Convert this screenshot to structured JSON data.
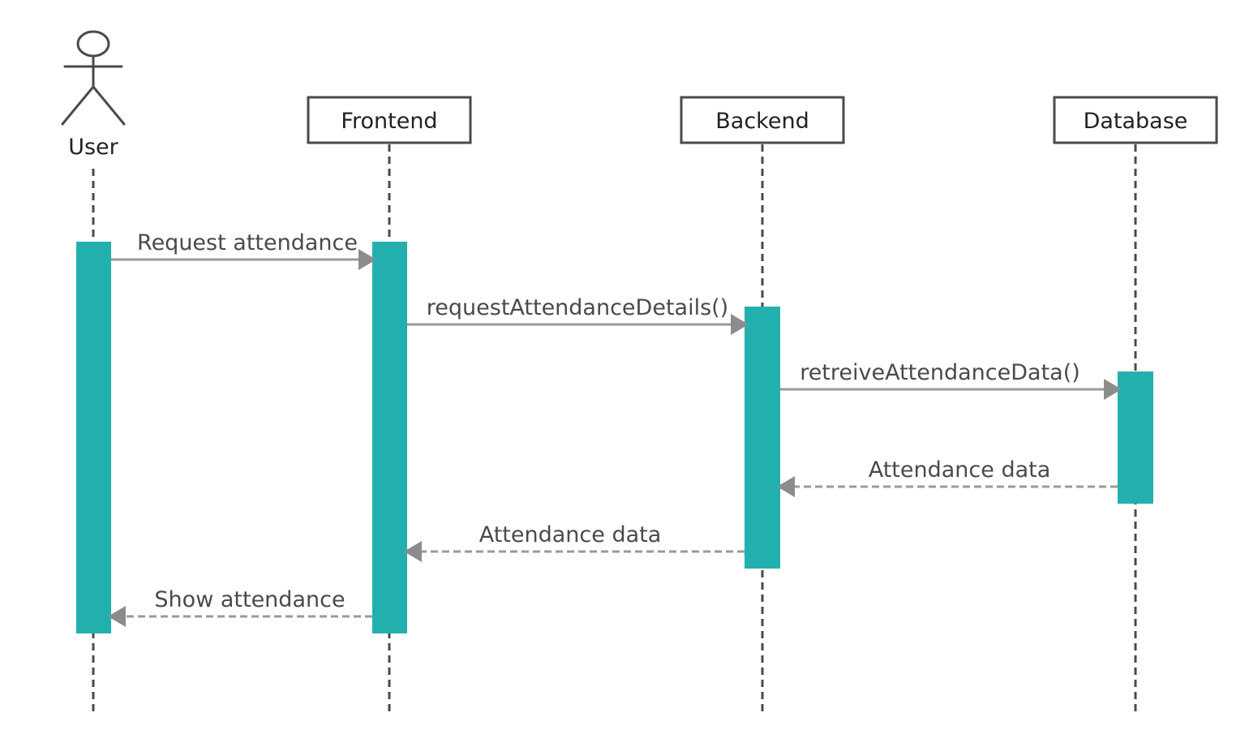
{
  "participants": {
    "user": {
      "label": "User",
      "kind": "actor"
    },
    "frontend": {
      "label": "Frontend",
      "kind": "object"
    },
    "backend": {
      "label": "Backend",
      "kind": "object"
    },
    "database": {
      "label": "Database",
      "kind": "object"
    }
  },
  "messages": [
    {
      "label": "Request attendance",
      "from": "user",
      "to": "frontend",
      "kind": "call"
    },
    {
      "label": "requestAttendanceDetails()",
      "from": "frontend",
      "to": "backend",
      "kind": "call"
    },
    {
      "label": "retreiveAttendanceData()",
      "from": "backend",
      "to": "database",
      "kind": "call"
    },
    {
      "label": "Attendance data",
      "from": "database",
      "to": "backend",
      "kind": "return"
    },
    {
      "label": "Attendance data",
      "from": "backend",
      "to": "frontend",
      "kind": "return"
    },
    {
      "label": "Show attendance",
      "from": "frontend",
      "to": "user",
      "kind": "return"
    }
  ],
  "colors": {
    "activation": "#22b0ae",
    "outline": "#4a4a4a",
    "arrow": "#9a9a9a"
  }
}
